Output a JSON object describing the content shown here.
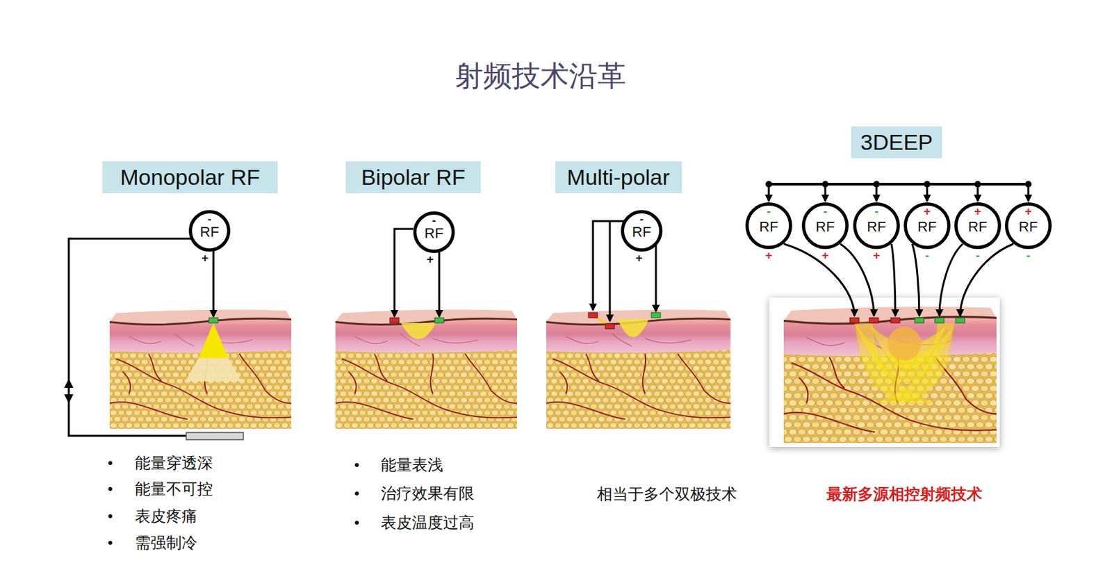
{
  "diagram": {
    "title": "射频技术沿革",
    "nodes": [
      {
        "text": [
          "Monopolar RF"
        ]
      },
      {
        "text": [
          "-",
          "RF",
          "+"
        ]
      },
      {
        "text": [
          "Bipolar RF"
        ]
      },
      {
        "text": [
          "-",
          "RF",
          "+"
        ]
      },
      {
        "text": [
          "Multi-polar"
        ]
      },
      {
        "text": [
          "-",
          "RF",
          "+"
        ]
      },
      {
        "text": [
          "3DEEP"
        ]
      },
      {
        "text": [
          "-",
          "RF",
          "+"
        ]
      },
      {
        "text": [
          "-",
          "RF",
          "+"
        ]
      },
      {
        "text": [
          "-",
          "RF",
          "+"
        ]
      },
      {
        "text": [
          "+",
          "RF",
          "-"
        ]
      },
      {
        "text": [
          "+",
          "RF",
          "-"
        ]
      },
      {
        "text": [
          "+",
          "RF",
          "-"
        ]
      }
    ],
    "labels": [
      "能量穿透深",
      "能量不可控",
      "表皮疼痛",
      "需强制冷",
      "能量表浅",
      "治疗效果有限",
      "表皮温度过高",
      "相当于多个双极技术",
      "最新多源相控射频技术"
    ]
  }
}
